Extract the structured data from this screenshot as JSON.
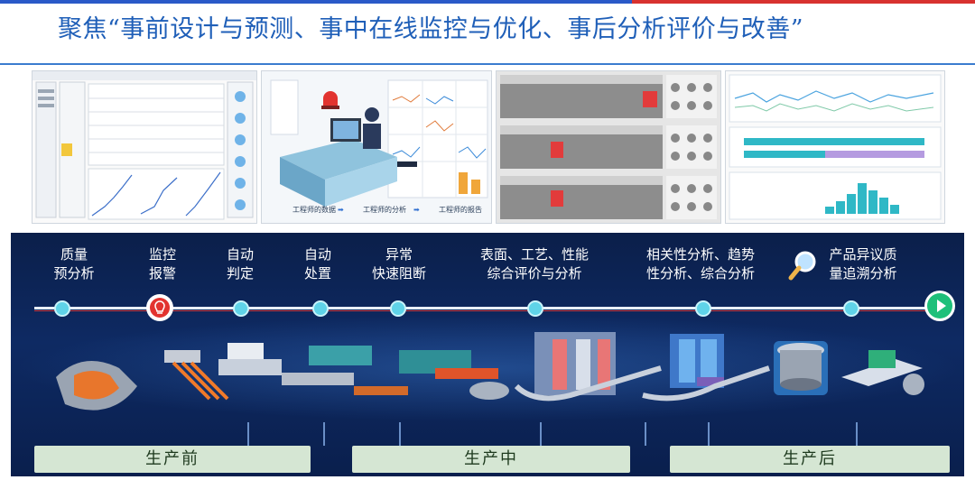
{
  "title": "聚焦“事前设计与预测、事中在线监控与优化、事后分析评价与改善”",
  "screenshots": {
    "center_captions": [
      "工程师的数据",
      "工程师的分析",
      "工程师的报告"
    ]
  },
  "stages": [
    {
      "label_line1": "质量",
      "label_line2": "预分析"
    },
    {
      "label_line1": "监控",
      "label_line2": "报警"
    },
    {
      "label_line1": "自动",
      "label_line2": "判定"
    },
    {
      "label_line1": "自动",
      "label_line2": "处置"
    },
    {
      "label_line1": "异常",
      "label_line2": "快速阻断"
    },
    {
      "label_line1": "表面、工艺、性能",
      "label_line2": "综合评价与分析"
    },
    {
      "label_line1": "相关性分析、趋势",
      "label_line2": "性分析、综合分析"
    },
    {
      "label_line1": "产品异议质",
      "label_line2": "量追溯分析"
    }
  ],
  "phases": {
    "before": "生产前",
    "during": "生产中",
    "after": "生产后"
  },
  "colors": {
    "title": "#1f5fb8",
    "panel": "#0e2a63",
    "dot": "#5fd3e8",
    "alarm": "#e2332f",
    "play": "#1ec07a",
    "phase": "#d5e6d3"
  }
}
